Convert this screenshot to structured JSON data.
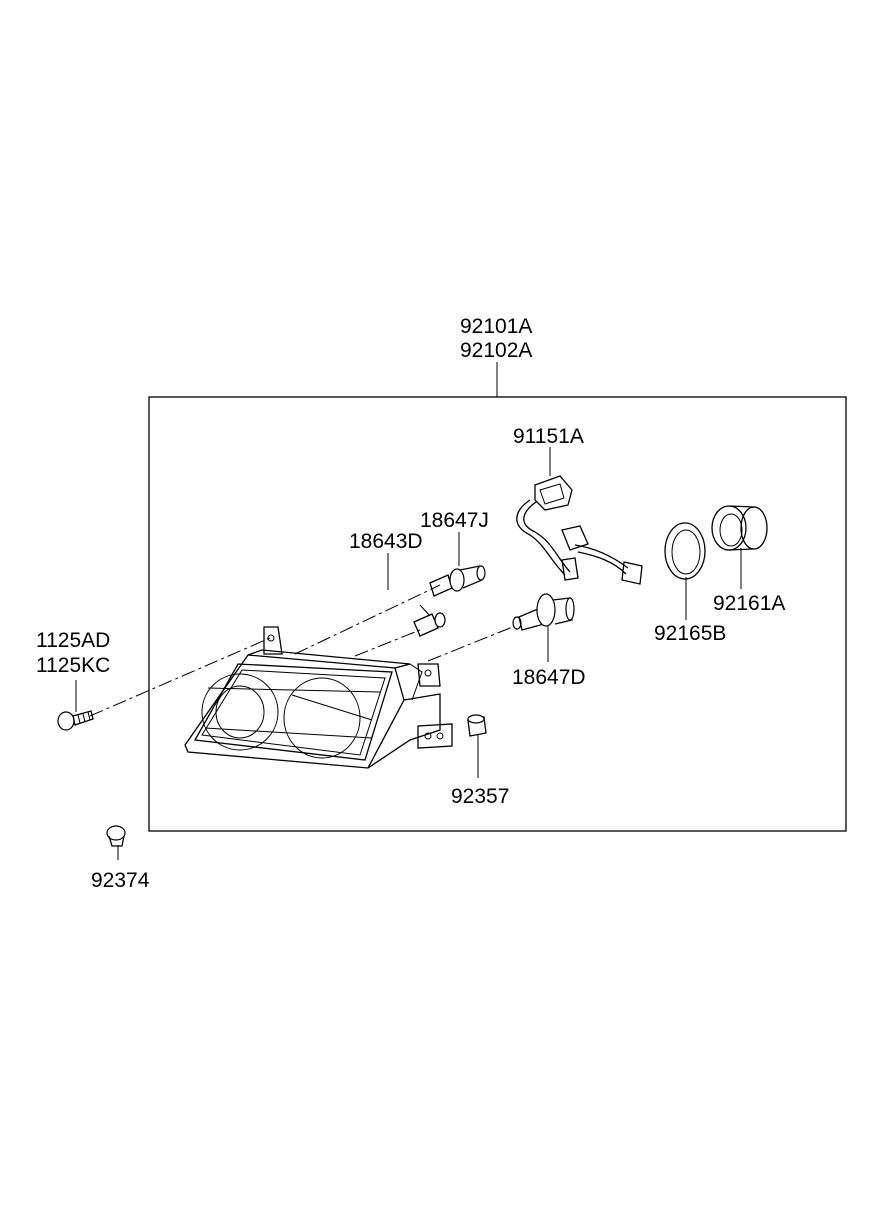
{
  "diagram": {
    "labels": {
      "assembly_1": "92101A",
      "assembly_2": "92102A",
      "wiring": "91151A",
      "bulb_j": "18647J",
      "bulb_small": "18643D",
      "bolt_1": "1125AD",
      "bolt_2": "1125KC",
      "bulb_d": "18647D",
      "seal": "92165B",
      "cap": "92161A",
      "clip": "92357",
      "nut": "92374"
    }
  }
}
